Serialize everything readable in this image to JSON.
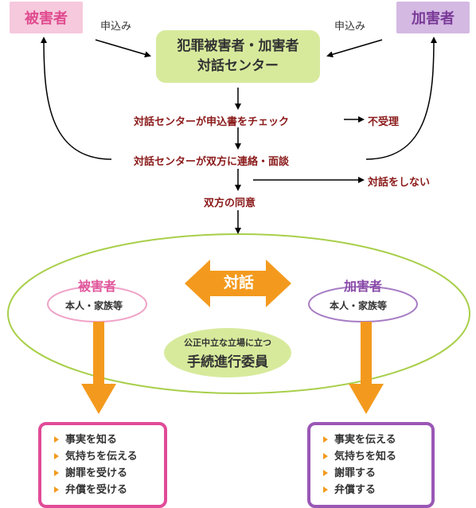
{
  "victim": {
    "label": "被害者"
  },
  "offender": {
    "label": "加害者"
  },
  "apply_left": "申込み",
  "apply_right": "申込み",
  "center": {
    "line1": "犯罪被害者・加害者",
    "line2": "対話センター"
  },
  "steps": {
    "check": "対話センターが申込書をチェック",
    "reject": "不受理",
    "contact": "対話センターが双方に連絡・面談",
    "no_dialogue": "対話をしない",
    "consent": "双方の同意"
  },
  "meeting": {
    "dialogue": "対話",
    "victim_title": "被害者",
    "victim_sub": "本人・家族等",
    "offender_title": "加害者",
    "offender_sub": "本人・家族等",
    "mediator_small": "公正中立な立場に立つ",
    "mediator_big": "手続進行委員"
  },
  "outcomes": {
    "victim": [
      "事実を知る",
      "気持ちを伝える",
      "謝罪を受ける",
      "弁償を受ける"
    ],
    "offender": [
      "事実を伝える",
      "気持ちを知る",
      "謝罪する",
      "弁償する"
    ]
  },
  "colors": {
    "victim": "#e04b8f",
    "offender": "#7a3a98",
    "center_green": "#d7ea9c",
    "step_red": "#8b1a1a",
    "orange_arrow": "#f39a1e"
  }
}
